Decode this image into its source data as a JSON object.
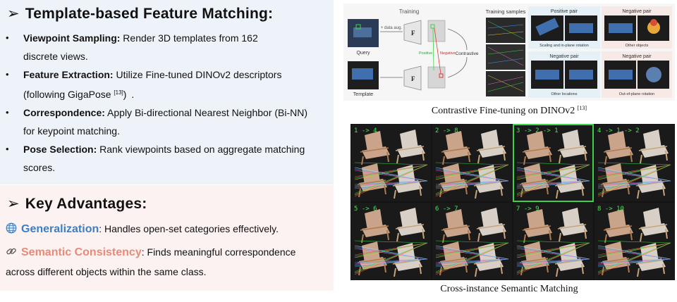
{
  "features": {
    "title": "Template-based Feature Matching:",
    "items": [
      {
        "term": "Viewpoint Sampling:",
        "text": " Render 3D templates from 162 discrete views.",
        "ref": "",
        "tail": ""
      },
      {
        "term": "Feature Extraction:",
        "text": " Utilize Fine-tuned DINOv2 descriptors (following GigaPose ",
        "ref": "[13]",
        "tail": ") ."
      },
      {
        "term": "Correspondence:",
        "text": " Apply Bi-directional Nearest Neighbor (Bi-NN) for keypoint matching.",
        "ref": "",
        "tail": ""
      },
      {
        "term": "Pose Selection:",
        "text": " Rank viewpoints based on aggregate matching scores.",
        "ref": "",
        "tail": ""
      }
    ]
  },
  "advantages": {
    "title": "Key Advantages:",
    "generalization": {
      "term": "Generalization",
      "text": ": Handles open-set categories effectively.",
      "color": "#3b7fc4",
      "icon": "globe-icon"
    },
    "semantic": {
      "term": "Semantic Consistency",
      "line1": ": Finds meaningful correspondence",
      "line2": "across different objects within the same class.",
      "color": "#e98a78",
      "icon": "link-icon"
    }
  },
  "fig_top": {
    "caption": "Contrastive Fine-tuning on DINOv2 ",
    "caption_ref": "[13]",
    "training_label": "Training",
    "query_label": "Query",
    "template_label": "Template",
    "data_aug_label": "+ data aug.",
    "positive_label": "Positive",
    "negative_label": "Negative",
    "contrastive_label": "Contrastive",
    "samples_header": "Training samples",
    "positive_pair_header": "Positive pair",
    "negative_pair_header_1": "Negative pair",
    "negative_pair_header_2": "Negative pair",
    "negative_pair_header_3": "Negative pair",
    "scaling_label": "Scaling and in-plane rotation",
    "other_objects_label": "Other objects",
    "other_locations_label": "Other locations",
    "out_of_plane_label": "Out-of-plane rotation",
    "encoder_label_1": "F",
    "encoder_label_2": "F",
    "encoder_sub": "ae"
  },
  "fig_grid": {
    "caption": "Cross-instance Semantic Matching",
    "tiles": [
      "1 -> 4",
      "2 -> 8",
      "3 -> 2 -> 1",
      "4 -> 1 -> 2",
      "5 -> 6",
      "6 -> 7",
      "7 -> 9",
      "8 -> 10"
    ],
    "highlight_color": "#3cd34a",
    "label_color": "#4be35a"
  }
}
